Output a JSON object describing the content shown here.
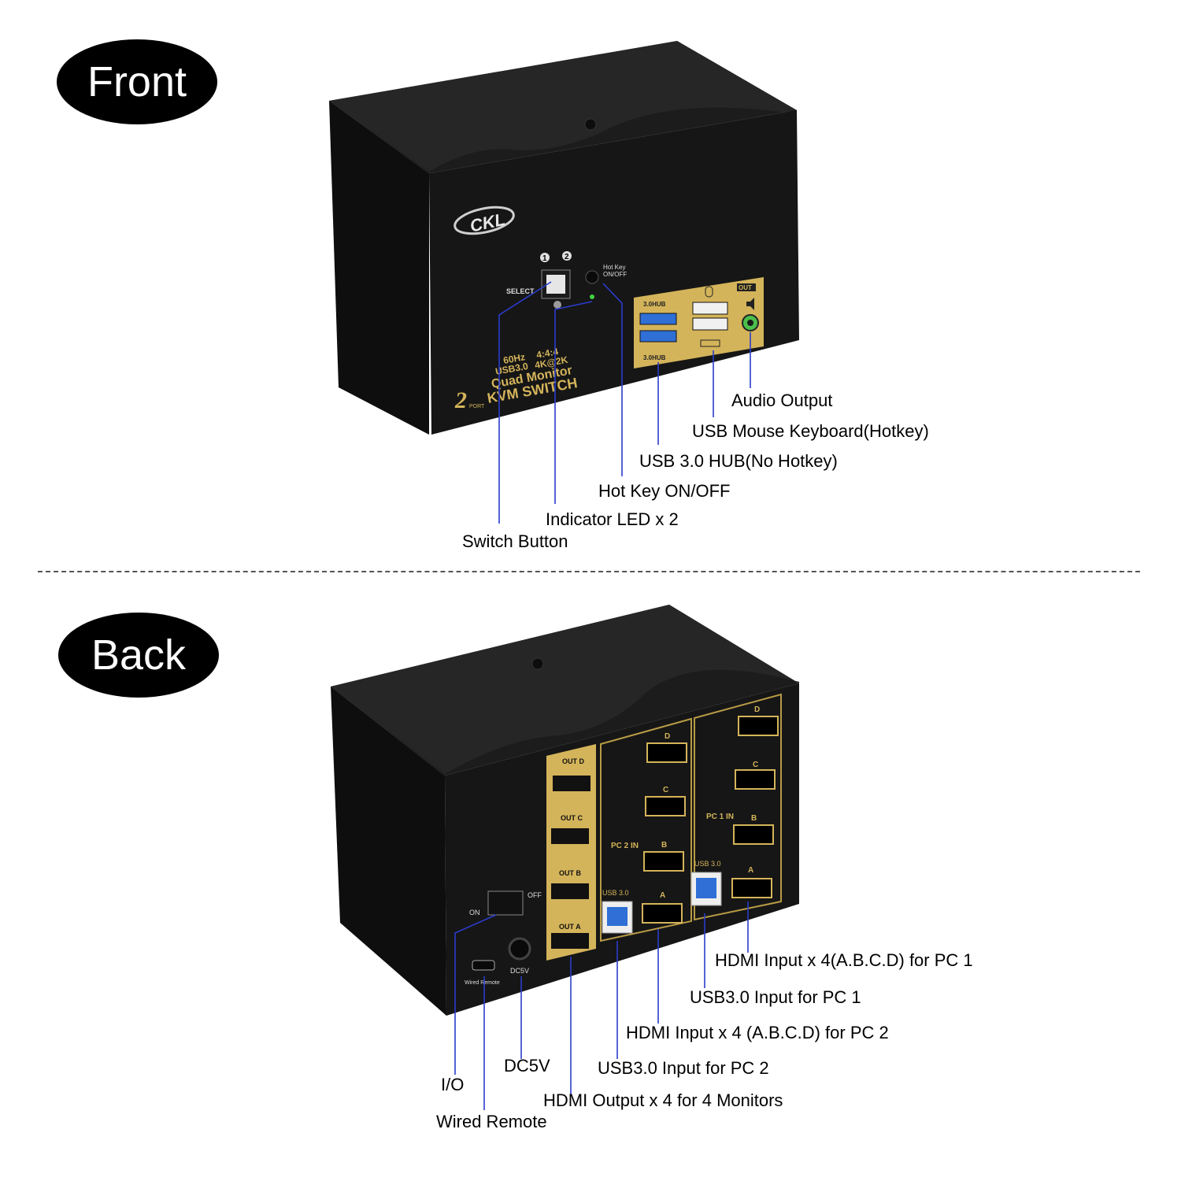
{
  "sections": {
    "front": {
      "title": "Front"
    },
    "back": {
      "title": "Back"
    }
  },
  "device": {
    "brand": "CKL",
    "model_lines": [
      "60Hz",
      "4:4:4",
      "USB3.0",
      "4K@2K",
      "Quad Monitor",
      "KVM SWITCH"
    ],
    "port_count": "2",
    "port_word": "PORT",
    "front_panel": {
      "select_label": "SELECT",
      "port_numbers": [
        "1",
        "2"
      ],
      "hotkey_label_1": "Hot Key",
      "hotkey_label_2": "ON/OFF",
      "hub_top": "3.0HUB",
      "hub_bottom": "3.0HUB",
      "out_label": "OUT"
    },
    "back_panel": {
      "outputs": [
        "OUT D",
        "OUT C",
        "OUT B",
        "OUT A"
      ],
      "pc2_label": "PC 2 IN",
      "pc1_label": "PC 1 IN",
      "usb_label_pc2": "USB 3.0",
      "usb_label_pc1": "USB 3.0",
      "hdmi_letters": [
        "D",
        "C",
        "B",
        "A"
      ],
      "power_on": "ON",
      "power_off": "OFF",
      "dc_label": "DC5V",
      "remote_label": "Wired Remote"
    }
  },
  "front_callouts": {
    "audio_output": "Audio Output",
    "usb_mouse_keyboard": "USB Mouse Keyboard(Hotkey)",
    "usb_hub": "USB 3.0 HUB(No Hotkey)",
    "hot_key": "Hot Key ON/OFF",
    "indicator_led": "Indicator LED x 2",
    "switch_button": "Switch Button"
  },
  "back_callouts": {
    "hdmi_pc1": "HDMI Input x 4(A.B.C.D) for PC 1",
    "usb_pc1": "USB3.0 Input for PC 1",
    "hdmi_pc2": "HDMI Input x 4 (A.B.C.D) for PC 2",
    "usb_pc2": "USB3.0 Input for PC 2",
    "hdmi_out": "HDMI Output x 4 for 4 Monitors",
    "dc5v": "DC5V",
    "io": "I/O",
    "wired_remote": "Wired Remote"
  },
  "colors": {
    "gold": "#d4b45a",
    "body": "#141414",
    "leader": "#2a3ccc",
    "usb_blue": "#2f6fd6",
    "audio_green": "#4bbf4b"
  }
}
